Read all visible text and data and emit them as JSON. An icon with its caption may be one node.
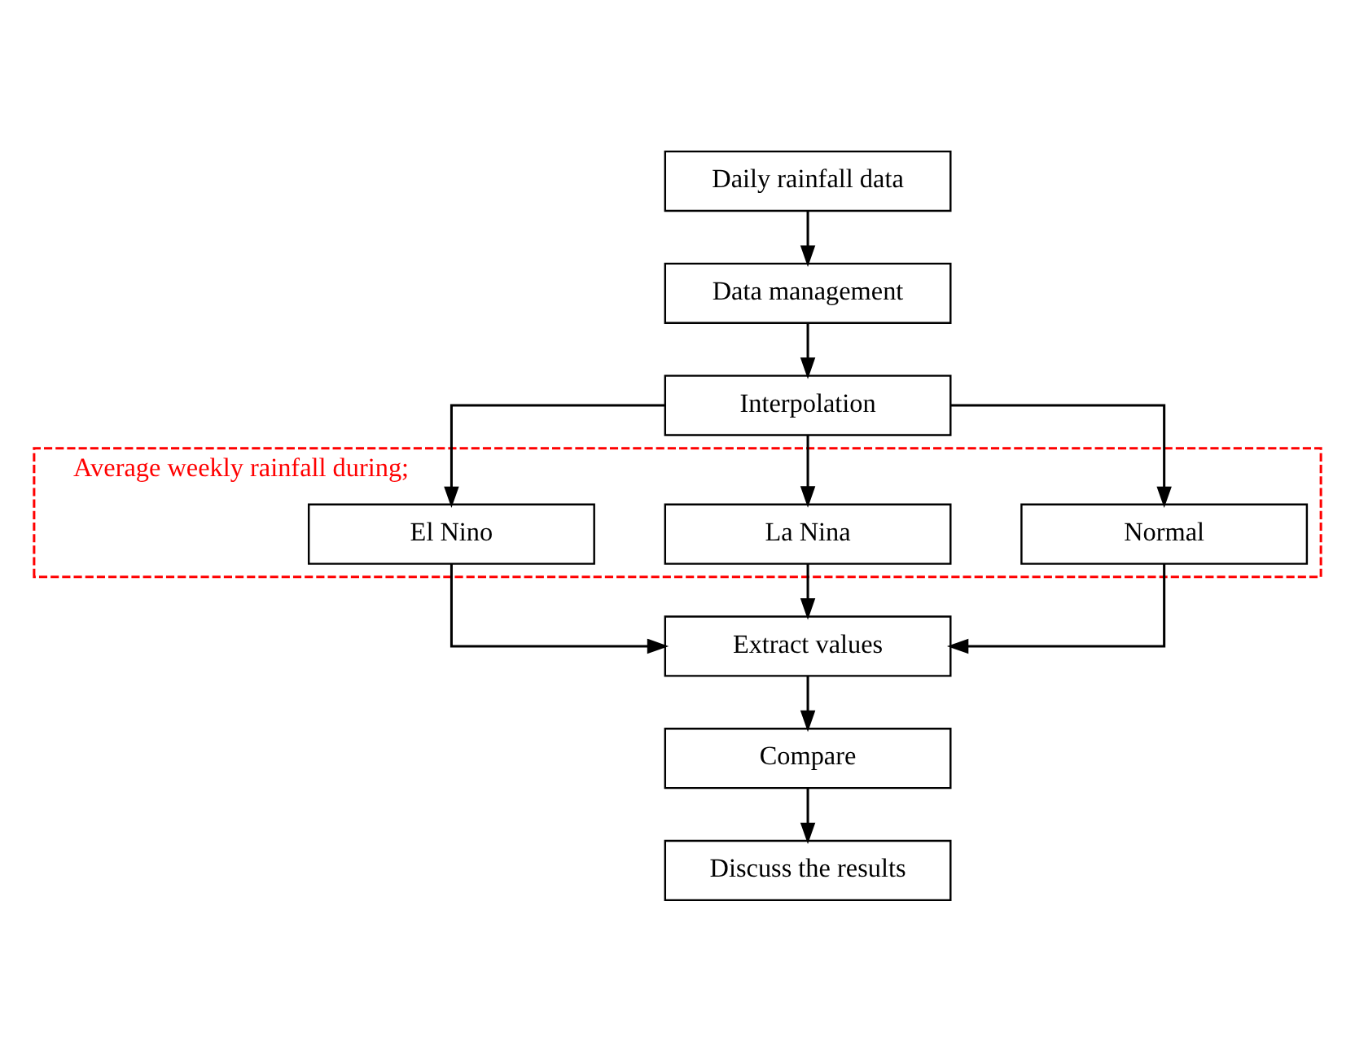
{
  "diagram": {
    "nodes": [
      {
        "text": [
          "Daily rainfall data"
        ]
      },
      {
        "text": [
          "Data management"
        ]
      },
      {
        "text": [
          "Interpolation"
        ]
      },
      {
        "text": [
          "Average weekly rainfall during;"
        ]
      },
      {
        "text": [
          "El Nino"
        ],
        "in": 3
      },
      {
        "text": [
          "La Nina"
        ],
        "in": 3
      },
      {
        "text": [
          "Normal"
        ],
        "in": 3
      },
      {
        "text": [
          "Extract values"
        ]
      },
      {
        "text": [
          "Compare"
        ]
      },
      {
        "text": [
          "Discuss the results"
        ]
      }
    ],
    "edges": [
      {
        "from": 0,
        "to": 1,
        "arrow": "to"
      },
      {
        "from": 1,
        "to": 2,
        "arrow": "to"
      },
      {
        "from": 2,
        "to": 4,
        "arrow": "to"
      },
      {
        "from": 2,
        "to": 5,
        "arrow": "to"
      },
      {
        "from": 2,
        "to": 6,
        "arrow": "to"
      },
      {
        "from": 4,
        "to": 7,
        "arrow": "to"
      },
      {
        "from": 5,
        "to": 7,
        "arrow": "to"
      },
      {
        "from": 6,
        "to": 7,
        "arrow": "to"
      },
      {
        "from": 7,
        "to": 8,
        "arrow": "to"
      },
      {
        "from": 8,
        "to": 9,
        "arrow": "to"
      }
    ]
  }
}
